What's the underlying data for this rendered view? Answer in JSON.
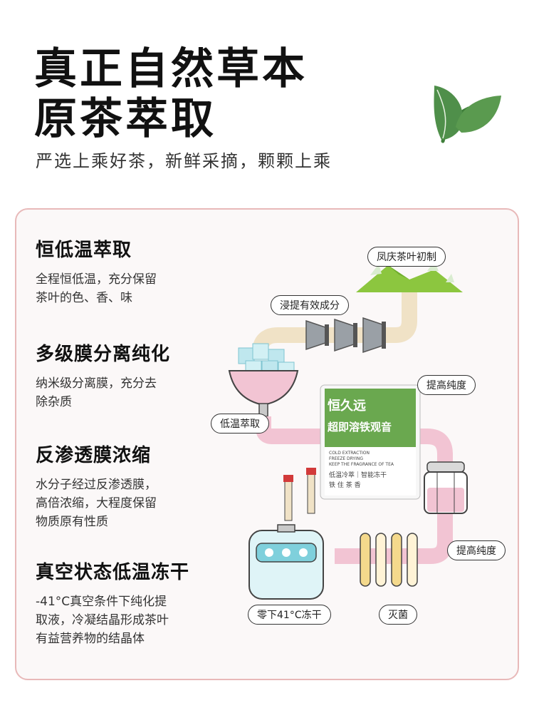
{
  "header": {
    "title_line1": "真正自然草本",
    "title_line2": "原茶萃取",
    "subtitle": "严选上乘好茶，新鲜采摘，颗颗上乘"
  },
  "steps": [
    {
      "title": "恒低温萃取",
      "desc": [
        "全程恒低温，充分保留",
        "茶叶的色、香、味"
      ]
    },
    {
      "title": "多级膜分离纯化",
      "desc": [
        "纳米级分离膜，充分去",
        "除杂质"
      ]
    },
    {
      "title": "反渗透膜浓缩",
      "desc": [
        "水分子经过反渗透膜，",
        "高倍浓缩，大程度保留",
        "物质原有性质"
      ]
    },
    {
      "title": "真空状态低温冻干",
      "desc": [
        "-41°C真空条件下纯化提",
        "取液，冷凝结晶形成茶叶",
        "有益营养物的结晶体"
      ]
    }
  ],
  "diagram": {
    "labels": {
      "origin": "凤庆茶叶初制",
      "soak": "浸提有效成分",
      "low_temp": "低温萃取",
      "purity1": "提高纯度",
      "purity2": "提高纯度",
      "freeze": "零下41°C冻干",
      "sterilize": "灭菌"
    },
    "product": {
      "brand": "恒久远",
      "name": "超即溶铁观音",
      "en_line1": "COLD EXTRACTION",
      "en_line2": "FREEZE DRYING",
      "en_line3": "KEEP THE FRAGRANCE OF TEA",
      "cn_line1": "低温冷萃｜智能冻干",
      "cn_line2": "铁 住 茶 香"
    }
  },
  "colors": {
    "panel_border": "#e8b9b9",
    "pipe_pink": "#f2c4d3",
    "pipe_tan": "#f0e2c6",
    "leaf_green": "#4f8f4a",
    "mountain_green": "#8cc63f"
  }
}
